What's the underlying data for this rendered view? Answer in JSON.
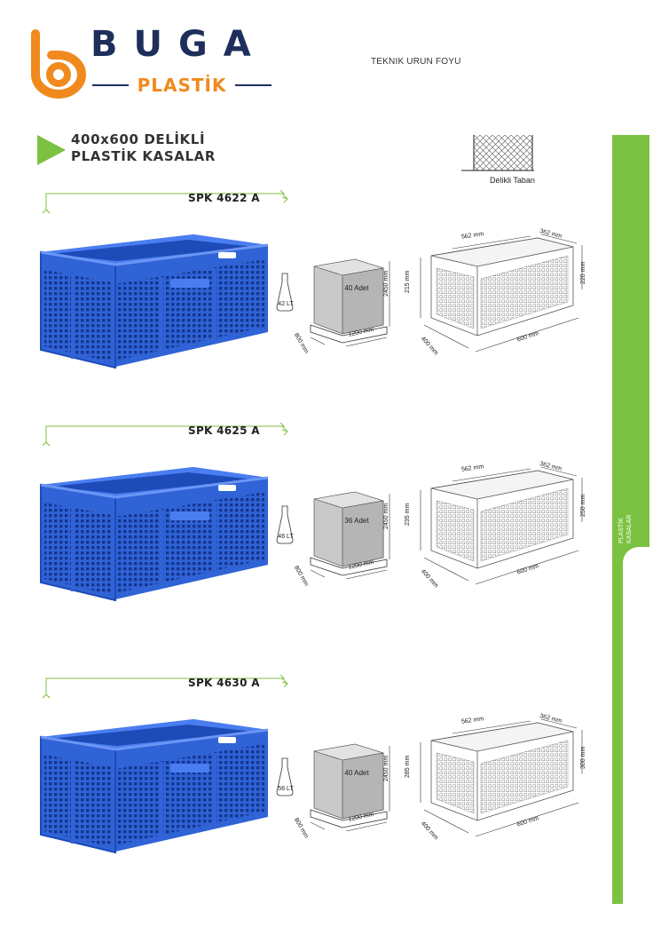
{
  "header": {
    "brand": "BUGA",
    "brand_sub": "PLASTİK",
    "doc_title": "TEKNIK URUN FOYU"
  },
  "section": {
    "title_line1": "400x600 DELİKLİ",
    "title_line2": "PLASTİK KASALAR"
  },
  "base": {
    "label": "Delikli Taban"
  },
  "sidebar": {
    "line1": "PLASTİK",
    "line2": "KASALAR"
  },
  "colors": {
    "green": "#7cc242",
    "navy": "#1f2f5c",
    "orange": "#f08a1e",
    "crate_blue": "#2f63d6"
  },
  "products": [
    {
      "code": "SPK 4622 A",
      "volume": "42 LT",
      "pallet_count": "40 Adet",
      "pallet_height": "2450 mm",
      "pallet_depth": "800 mm",
      "pallet_width": "1200 mm",
      "inner_length": "562 mm",
      "inner_width": "362 mm",
      "inner_height": "215 mm",
      "outer_height": "220 mm",
      "outer_width": "400 mm",
      "outer_length": "600 mm"
    },
    {
      "code": "SPK 4625 A",
      "volume": "46 LT",
      "pallet_count": "36 Adet",
      "pallet_height": "2450 mm",
      "pallet_depth": "800 mm",
      "pallet_width": "1200 mm",
      "inner_length": "562 mm",
      "inner_width": "362 mm",
      "inner_height": "235 mm",
      "outer_height": "250 mm",
      "outer_width": "400 mm",
      "outer_length": "600 mm"
    },
    {
      "code": "SPK 4630 A",
      "volume": "56 LT",
      "pallet_count": "40 Adet",
      "pallet_height": "2450 mm",
      "pallet_depth": "800 mm",
      "pallet_width": "1200 mm",
      "inner_length": "562 mm",
      "inner_width": "362 mm",
      "inner_height": "285 mm",
      "outer_height": "300 mm",
      "outer_width": "400 mm",
      "outer_length": "600 mm"
    }
  ]
}
